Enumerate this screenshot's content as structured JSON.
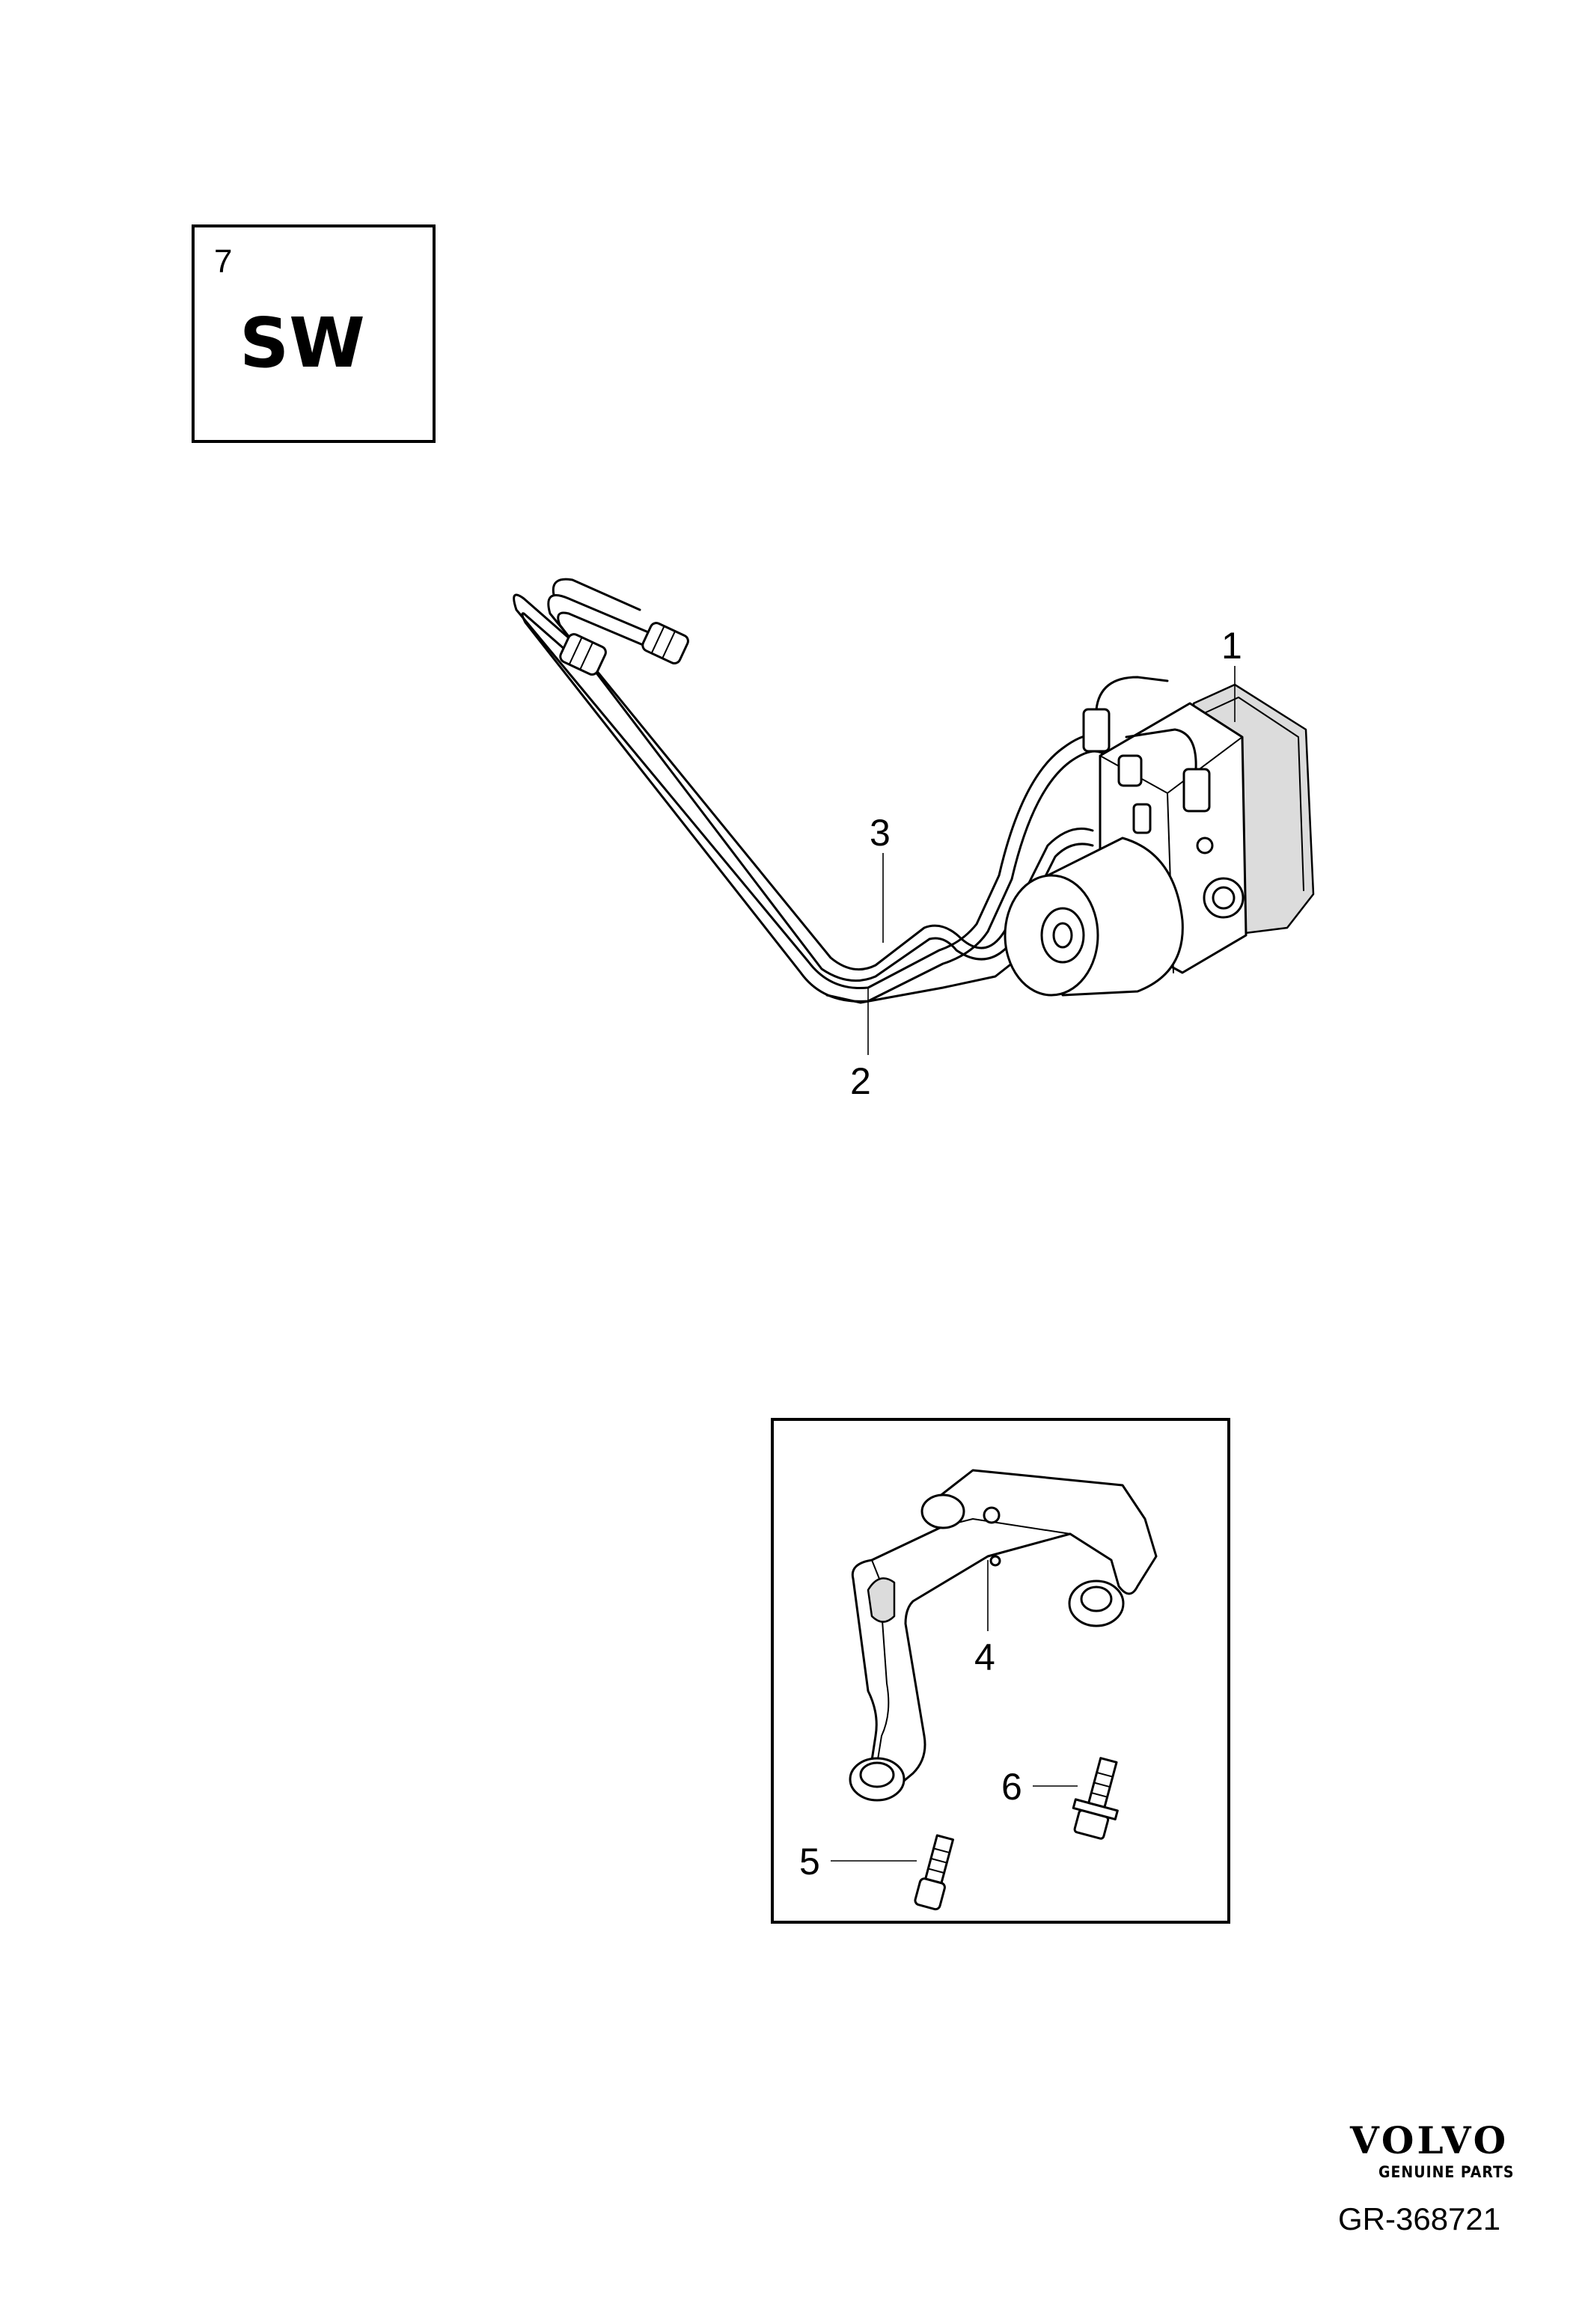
{
  "variant_label": {
    "number": "7",
    "code": "SW"
  },
  "callouts": [
    {
      "id": "1",
      "text": "1"
    },
    {
      "id": "2",
      "text": "2"
    },
    {
      "id": "3",
      "text": "3"
    },
    {
      "id": "4",
      "text": "4"
    },
    {
      "id": "5",
      "text": "5"
    },
    {
      "id": "6",
      "text": "6"
    }
  ],
  "brand": {
    "name": "VOLVO",
    "tagline": "GENUINE PARTS"
  },
  "reference": "GR-368721"
}
